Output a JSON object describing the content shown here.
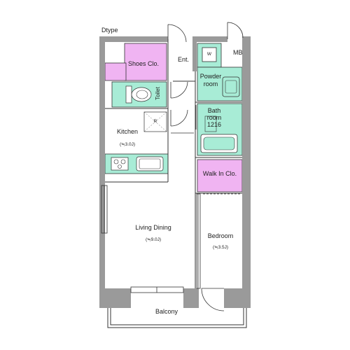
{
  "plan": {
    "type_label": "Dtype",
    "meter_box": "MB",
    "rooms": {
      "shoes_closet": "Shoes  Clo.",
      "entrance": "Ent.",
      "washer": "W",
      "powder_room_line1": "Powder",
      "powder_room_line2": "room",
      "toilet": "Toilet",
      "bathroom_line1": "Bath",
      "bathroom_line2": "room",
      "bathroom_size": "1216",
      "kitchen": "Kitchen",
      "kitchen_area": "(≒3.0J)",
      "refrigerator": "R",
      "walk_in_closet": "Walk  In Clo.",
      "living_dining": "Living Dining",
      "living_dining_area": "(≒9.0J)",
      "bedroom": "Bedroom",
      "bedroom_area": "(≒3.5J)",
      "balcony": "Balcony"
    },
    "colors": {
      "wall": "#9a9a9a",
      "storage": "#f0b4f2",
      "wet_area": "#a8ecd6",
      "line": "#333333"
    }
  }
}
